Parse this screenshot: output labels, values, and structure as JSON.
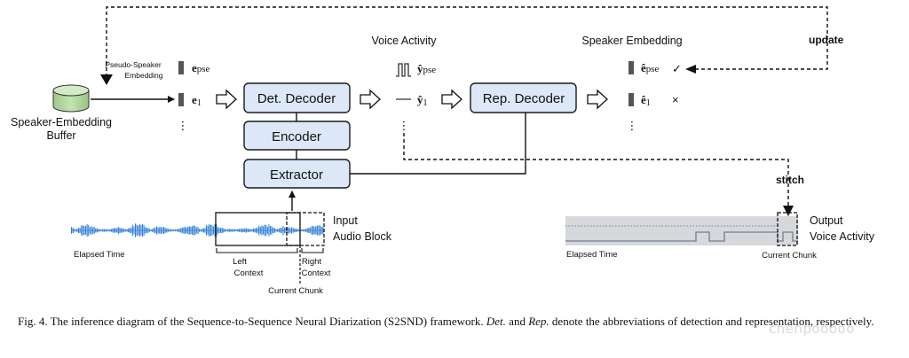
{
  "labels": {
    "voice_activity": "Voice Activity",
    "speaker_embedding": "Speaker Embedding",
    "update": "update",
    "stitch": "stitch",
    "pseudo_speaker_line1": "Pseudo-Speaker",
    "pseudo_speaker_line2": "Embedding",
    "buffer_line1": "Speaker-Embedding",
    "buffer_line2": "Buffer",
    "input_line1": "Input",
    "input_line2": "Audio Block",
    "elapsed_time_left": "Elapsed Time",
    "elapsed_time_right": "Elapsed Time",
    "left_context_line1": "Left",
    "left_context_line2": "Context",
    "right_context_line1": "Right",
    "right_context_line2": "Context",
    "current_chunk_left": "Current Chunk",
    "current_chunk_right": "Current Chunk",
    "output_line1": "Output",
    "output_line2": "Voice Activity",
    "vdots": "⋮"
  },
  "blocks": {
    "det_decoder": "Det. Decoder",
    "encoder": "Encoder",
    "extractor": "Extractor",
    "rep_decoder": "Rep. Decoder"
  },
  "math": {
    "e_pse": "e",
    "e_pse_sub": "pse",
    "e_1": "e",
    "e_1_sub": "1",
    "y_pse": "ŷ",
    "y_pse_sub": "pse",
    "y_1": "ŷ",
    "y_1_sub": "1",
    "ehat_pse": "ê",
    "ehat_pse_sub": "pse",
    "ehat_1": "ê",
    "ehat_1_sub": "1",
    "check": "✓",
    "cross": "×"
  },
  "caption": {
    "prefix": "Fig. 4.  The inference diagram of the Sequence-to-Sequence Neural Diarization (S2SND) framework. ",
    "det": "Det.",
    "and": " and ",
    "rep": "Rep.",
    "suffix": " denote the abbreviations of detection and representation, respectively."
  },
  "watermark": "chenpooooo",
  "colors": {
    "block_fill": "#dce8f7",
    "block_stroke": "#1a1a1a",
    "buffer_fill": "#b7d8a6",
    "waveform": "#2f7fd6",
    "va_band": "#d6d8dc",
    "va_line": "#6f7f90",
    "emb_bar": "#555555"
  }
}
